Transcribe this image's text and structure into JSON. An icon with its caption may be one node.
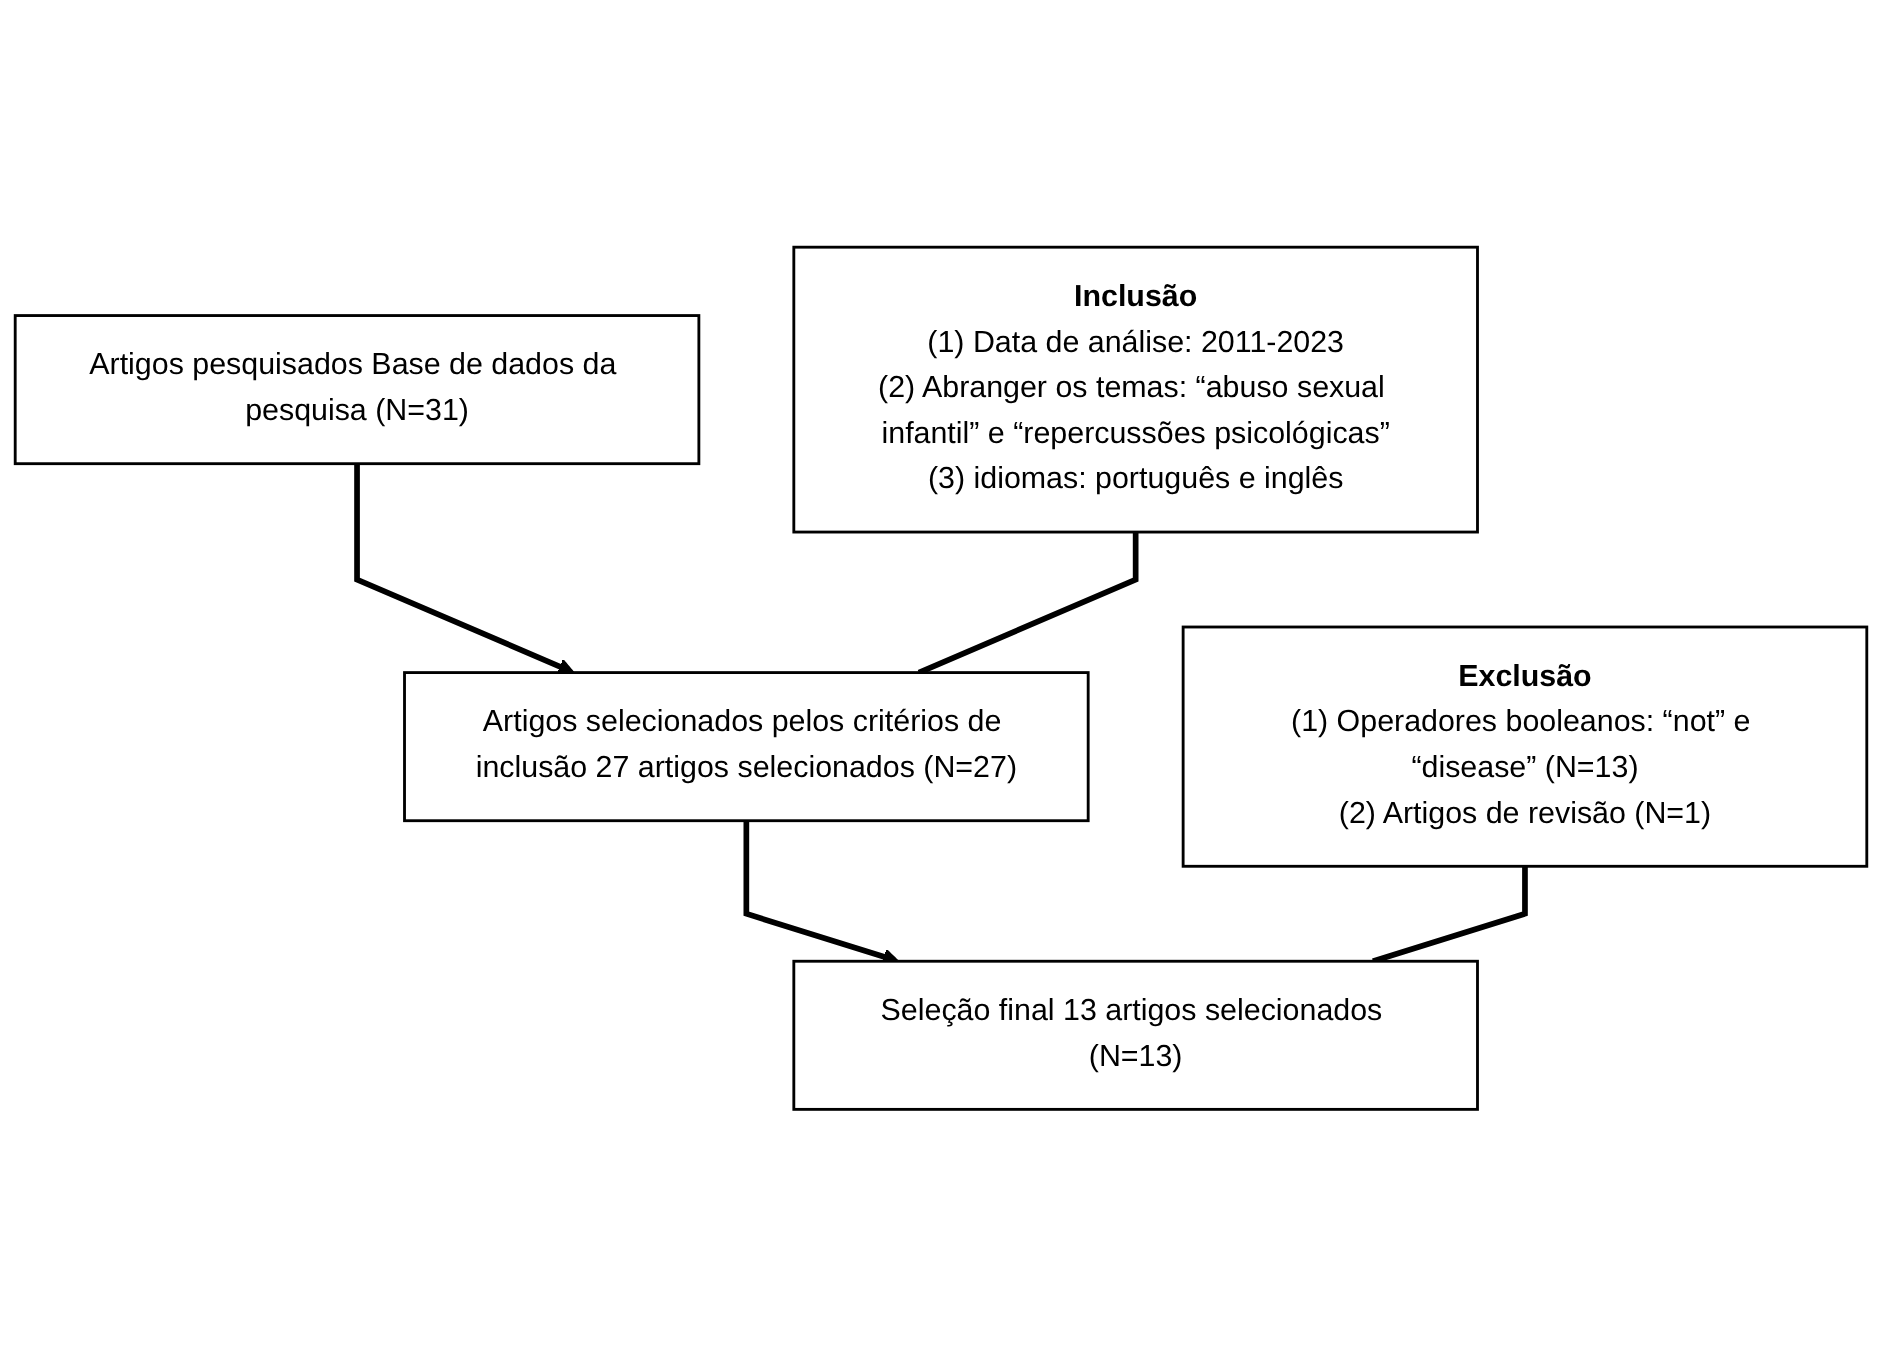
{
  "diagram": {
    "nodes": [
      {
        "text": [
          "Artigos pesquisados Base de dados da pesquisa (N=31)"
        ]
      },
      {
        "text": [
          "Inclusão",
          "(1) Data de análise: 2011-2023",
          "(2) Abranger os temas: “abuso sexual infantil” e “repercussões psicológicas”",
          "(3) idiomas: português e inglês"
        ]
      },
      {
        "text": [
          "Artigos selecionados pelos critérios de inclusão 27 artigos selecionados (N=27)"
        ]
      },
      {
        "text": [
          "Exclusão",
          "(1) Operadores booleanos: “not” e “disease” (N=13)",
          "(2) Artigos de revisão (N=1)"
        ]
      },
      {
        "text": [
          "Seleção final 13 artigos selecionados (N=13)"
        ]
      }
    ],
    "edges": [
      {
        "from": 0,
        "to": 2,
        "arrow": "to"
      },
      {
        "from": 1,
        "to": 2,
        "arrow": "none"
      },
      {
        "from": 2,
        "to": 4,
        "arrow": "to"
      },
      {
        "from": 3,
        "to": 4,
        "arrow": "none"
      }
    ]
  }
}
